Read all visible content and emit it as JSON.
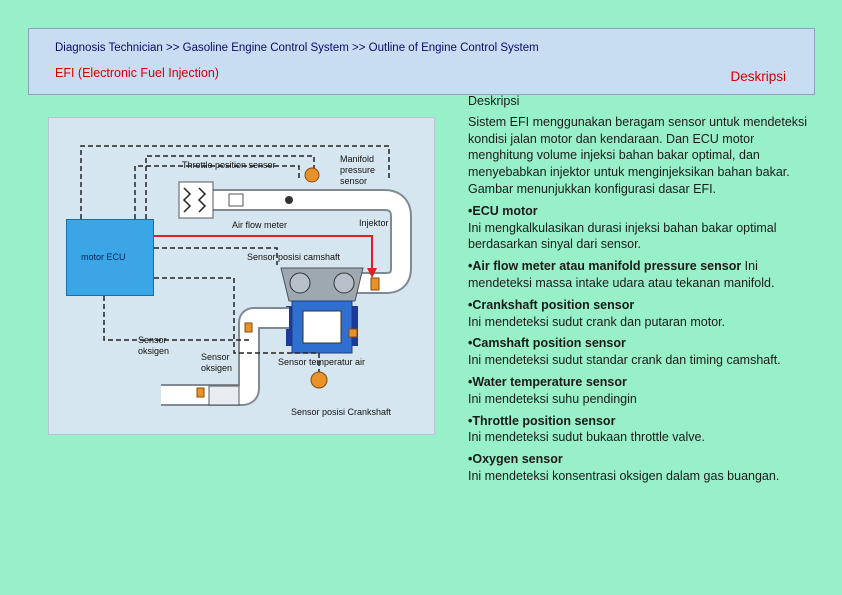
{
  "header": {
    "breadcrumb": "Diagnosis Technician >> Gasoline Engine Control System >> Outline of Engine Control System",
    "subtitle": "EFI (Electronic Fuel Injection)",
    "right_label": "Deskripsi"
  },
  "diagram": {
    "labels": {
      "throttle_position_sensor": "Throttle position sensor",
      "manifold_pressure_sensor": "Manifold pressure sensor",
      "air_flow_meter": "Air flow meter",
      "injector": "Injektor",
      "ecu": "motor ECU",
      "camshaft_sensor": "Sensor posisi camshaft",
      "oxygen_sensor_1": "Sensor oksigen",
      "oxygen_sensor_2": "Sensor oksigen",
      "water_temp_sensor": "Sensor temperatur air",
      "crankshaft_sensor": "Sensor posisi Crankshaft"
    },
    "colors": {
      "background": "#d6e6f0",
      "ecu": "#3aa6e6",
      "pipe": "#ffffff",
      "signal_line_red": "#e02020",
      "sensor_orange": "#e8922a"
    }
  },
  "content": {
    "title": "Deskripsi",
    "intro": "Sistem EFI menggunakan beragam sensor untuk mendeteksi kondisi jalan motor dan kendaraan. Dan ECU motor menghitung volume injeksi bahan bakar optimal, dan menyebabkan injektor untuk menginjeksikan bahan bakar. Gambar menunjukkan konfigurasi dasar EFI.",
    "items": [
      {
        "title": "•ECU motor",
        "title_rest": "",
        "desc": "Ini mengkalkulasikan durasi injeksi bahan bakar optimal berdasarkan sinyal dari sensor."
      },
      {
        "title": "•Air flow meter atau manifold pressure sensor",
        "title_rest": " Ini mendeteksi massa intake udara atau tekanan manifold.",
        "desc": ""
      },
      {
        "title": "•Crankshaft position sensor",
        "title_rest": "",
        "desc": "Ini mendeteksi sudut crank dan putaran motor."
      },
      {
        "title": "•Camshaft position sensor",
        "title_rest": "",
        "desc": "Ini mendeteksi sudut standar crank dan timing camshaft."
      },
      {
        "title": "•Water temperature sensor",
        "title_rest": "",
        "desc": "Ini mendeteksi suhu pendingin"
      },
      {
        "title": "•Throttle position sensor",
        "title_rest": "",
        "desc": "Ini mendeteksi sudut bukaan throttle valve."
      },
      {
        "title": "•Oxygen sensor",
        "title_rest": "",
        "desc": "Ini mendeteksi konsentrasi oksigen dalam gas buangan."
      }
    ]
  }
}
